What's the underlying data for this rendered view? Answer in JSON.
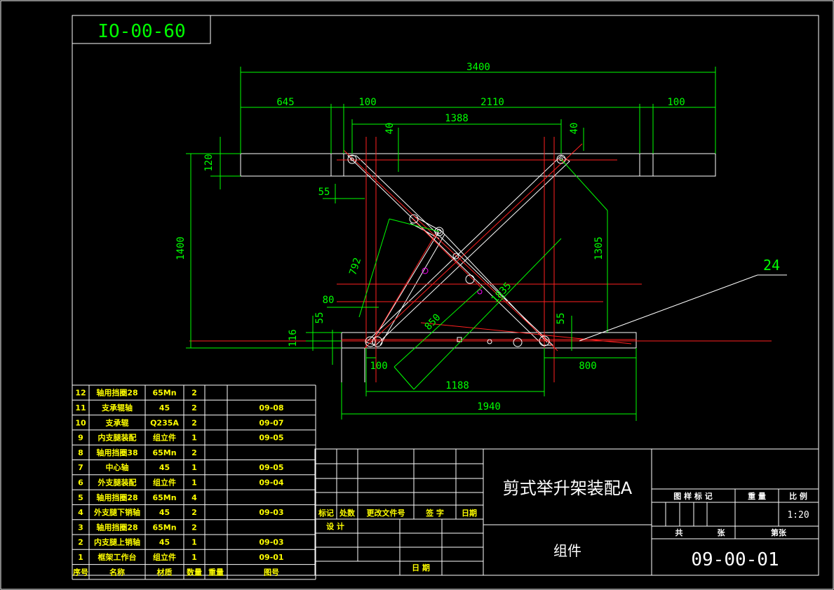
{
  "drawing_code_top": "IO-00-60",
  "dimensions": {
    "d3400": "3400",
    "d645": "645",
    "d100a": "100",
    "d2110": "2110",
    "d100b": "100",
    "d1388": "1388",
    "d40a": "40",
    "d40b": "40",
    "d120": "120",
    "d1400": "1400",
    "d55a": "55",
    "d792": "792",
    "d1305": "1305",
    "d80": "80",
    "d55b": "55",
    "d116": "116",
    "d850": "850",
    "d1835": "1835",
    "d55c": "55",
    "d100c": "100",
    "d800": "800",
    "d1188": "1188",
    "d1940": "1940"
  },
  "callout": "24",
  "parts_list": [
    {
      "no": "12",
      "name": "轴用挡圈28",
      "material": "65Mn",
      "qty": "2",
      "weight": "",
      "drawing": ""
    },
    {
      "no": "11",
      "name": "支承辊轴",
      "material": "45",
      "qty": "2",
      "weight": "",
      "drawing": "09-08"
    },
    {
      "no": "10",
      "name": "支承辊",
      "material": "Q235A",
      "qty": "2",
      "weight": "",
      "drawing": "09-07"
    },
    {
      "no": "9",
      "name": "内支腿装配",
      "material": "组立件",
      "qty": "1",
      "weight": "",
      "drawing": "09-05"
    },
    {
      "no": "8",
      "name": "轴用挡圈38",
      "material": "65Mn",
      "qty": "2",
      "weight": "",
      "drawing": ""
    },
    {
      "no": "7",
      "name": "中心轴",
      "material": "45",
      "qty": "1",
      "weight": "",
      "drawing": "09-05"
    },
    {
      "no": "6",
      "name": "外支腿装配",
      "material": "组立件",
      "qty": "1",
      "weight": "",
      "drawing": "09-04"
    },
    {
      "no": "5",
      "name": "轴用挡圈28",
      "material": "65Mn",
      "qty": "4",
      "weight": "",
      "drawing": ""
    },
    {
      "no": "4",
      "name": "外支腿下销轴",
      "material": "45",
      "qty": "2",
      "weight": "",
      "drawing": "09-03"
    },
    {
      "no": "3",
      "name": "轴用挡圈28",
      "material": "65Mn",
      "qty": "2",
      "weight": "",
      "drawing": ""
    },
    {
      "no": "2",
      "name": "内支腿上销轴",
      "material": "45",
      "qty": "1",
      "weight": "",
      "drawing": "09-03"
    },
    {
      "no": "1",
      "name": "框架工作台",
      "material": "组立件",
      "qty": "1",
      "weight": "",
      "drawing": "09-01"
    }
  ],
  "parts_header": {
    "no": "序号",
    "name": "名称",
    "material": "材质",
    "qty": "数量",
    "weight": "重量",
    "drawing": "图号"
  },
  "title_block": {
    "title": "剪式举升架装配A",
    "subtitle": "组件",
    "drawing_number": "09-00-01",
    "mark_label": "图 样 标 记",
    "weight_label": "重 量",
    "scale_label": "比 例",
    "scale_value": "1:20",
    "total_label": "共",
    "sheets_label": "张",
    "sheet_no_label": "第张",
    "rev_mark": "标记",
    "rev_count": "处数",
    "rev_doc": "更改文件号",
    "rev_sign": "签 字",
    "rev_date": "日期",
    "design_label": "设 计",
    "date_label": "日 期"
  }
}
